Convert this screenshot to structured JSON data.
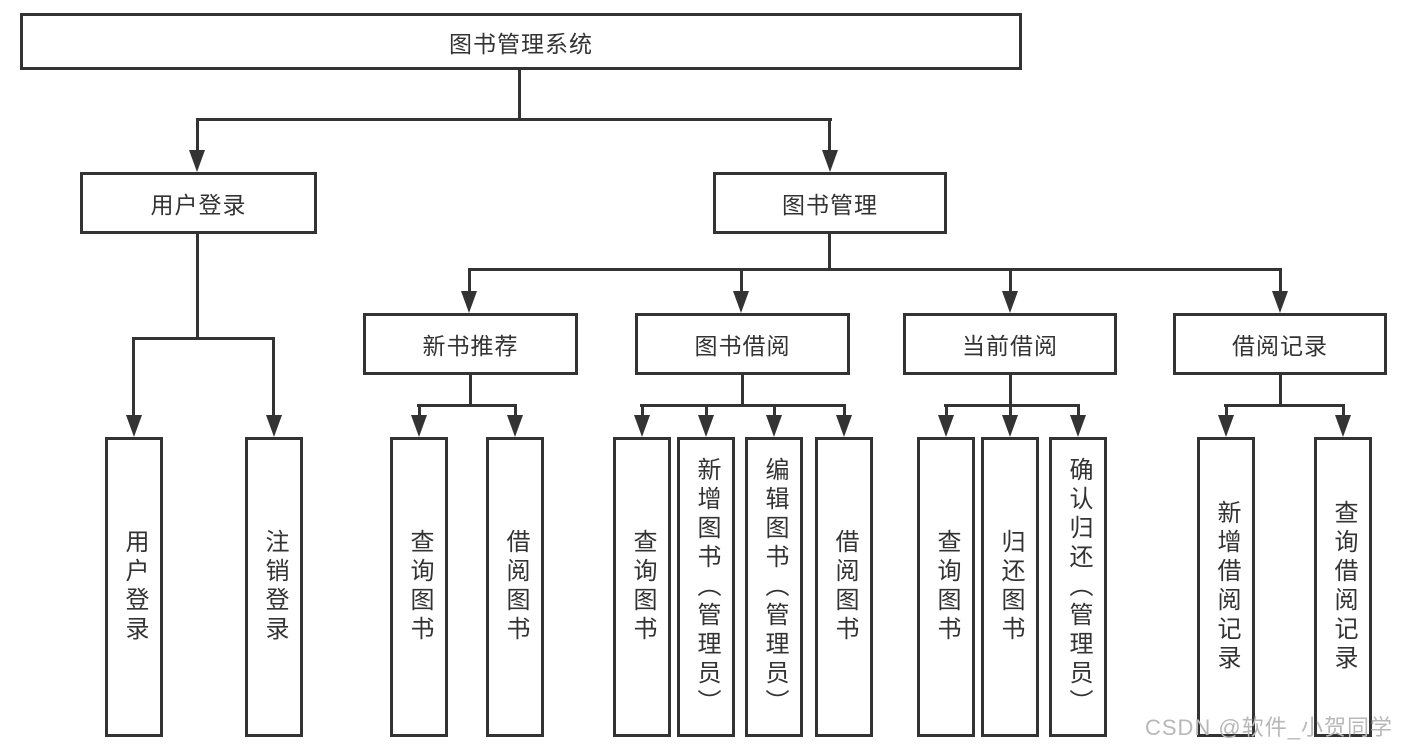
{
  "root": {
    "label": "图书管理系统"
  },
  "login": {
    "label": "用户登录",
    "children": [
      {
        "label": "用户登录"
      },
      {
        "label": "注销登录"
      }
    ]
  },
  "management": {
    "label": "图书管理",
    "sections": [
      {
        "label": "新书推荐",
        "children": [
          {
            "label": "查询图书"
          },
          {
            "label": "借阅图书"
          }
        ]
      },
      {
        "label": "图书借阅",
        "children": [
          {
            "label": "查询图书"
          },
          {
            "label": "新增图书（管理员）"
          },
          {
            "label": "编辑图书（管理员）"
          },
          {
            "label": "借阅图书"
          }
        ]
      },
      {
        "label": "当前借阅",
        "children": [
          {
            "label": "查询图书"
          },
          {
            "label": "归还图书"
          },
          {
            "label": "确认归还（管理员）"
          }
        ]
      },
      {
        "label": "借阅记录",
        "children": [
          {
            "label": "新增借阅记录"
          },
          {
            "label": "查询借阅记录"
          }
        ]
      }
    ]
  },
  "watermark": {
    "text": "CSDN @软件_小贺同学",
    "color": "#b8b8b8"
  },
  "colors": {
    "line": "#333333",
    "text": "#333333",
    "background": "#ffffff"
  }
}
